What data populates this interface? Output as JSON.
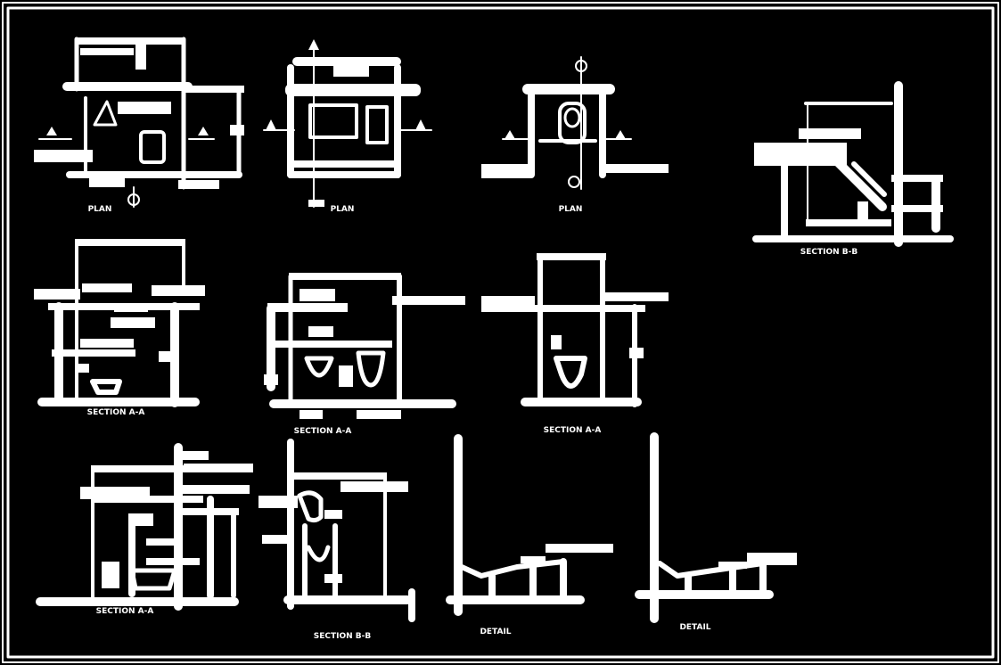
{
  "drawing": {
    "foreground": "#ffffff",
    "background": "#000000"
  },
  "views": [
    {
      "id": "plan-1",
      "caption": "PLAN"
    },
    {
      "id": "plan-2",
      "caption": "PLAN"
    },
    {
      "id": "plan-3",
      "caption": "PLAN"
    },
    {
      "id": "section-aa-1",
      "caption": "SECTION A-A"
    },
    {
      "id": "section-aa-2",
      "caption": "SECTION A-A"
    },
    {
      "id": "section-aa-3",
      "caption": "SECTION A-A"
    },
    {
      "id": "section-aa-4",
      "caption": "SECTION A-A"
    },
    {
      "id": "section-bb-1",
      "caption": "SECTION B-B"
    },
    {
      "id": "section-bb-2",
      "caption": "SECTION B-B"
    },
    {
      "id": "detail-1",
      "caption": "DETAIL"
    },
    {
      "id": "detail-2",
      "caption": "DETAIL"
    }
  ]
}
